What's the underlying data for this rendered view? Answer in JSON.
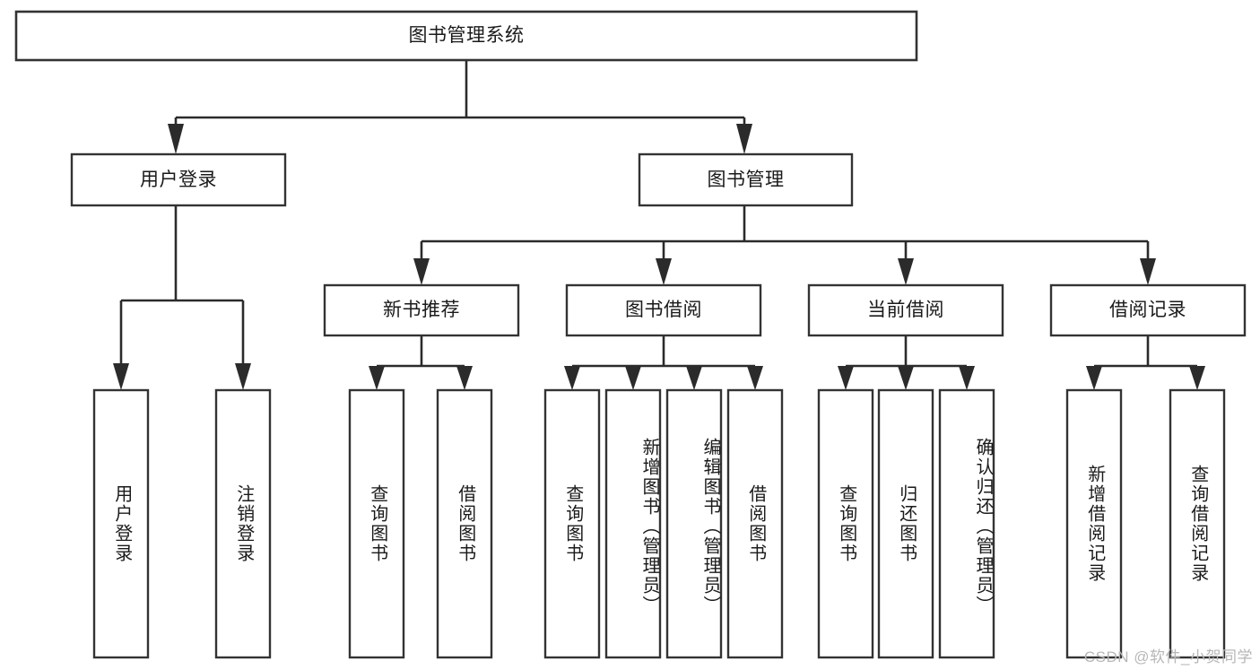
{
  "diagram": {
    "title": "图书管理系统",
    "type": "tree-hierarchy",
    "colors": {
      "box_stroke": "#333333",
      "box_fill": "#ffffff",
      "connector": "#2b2b2b",
      "text": "#1a1a1a",
      "watermark": "#b7b7b7",
      "background": "#ffffff"
    },
    "root": {
      "label": "图书管理系统"
    },
    "level1": [
      {
        "label": "用户登录"
      },
      {
        "label": "图书管理"
      }
    ],
    "level2": [
      {
        "label": "新书推荐"
      },
      {
        "label": "图书借阅"
      },
      {
        "label": "当前借阅"
      },
      {
        "label": "借阅记录"
      }
    ],
    "leaves": {
      "user_login": [
        {
          "label": "用户登录"
        },
        {
          "label": "注销登录"
        }
      ],
      "new_book_recommend": [
        {
          "label": "查询图书"
        },
        {
          "label": "借阅图书"
        }
      ],
      "book_borrow": [
        {
          "label": "查询图书"
        },
        {
          "label": "新增图书（管理员）"
        },
        {
          "label": "编辑图书（管理员）"
        },
        {
          "label": "借阅图书"
        }
      ],
      "current_borrow": [
        {
          "label": "查询图书"
        },
        {
          "label": "归还图书"
        },
        {
          "label": "确认归还（管理员）"
        }
      ],
      "borrow_record": [
        {
          "label": "新增借阅记录"
        },
        {
          "label": "查询借阅记录"
        }
      ]
    },
    "watermark": "CSDN @软件_小贺同学"
  }
}
